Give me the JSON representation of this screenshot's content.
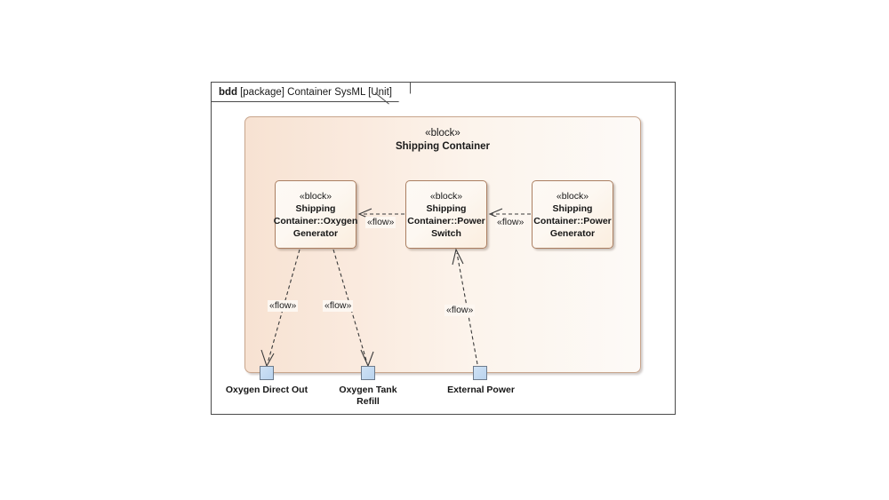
{
  "frame": {
    "keyword": "bdd",
    "descriptor": "[package] Container SysML [Unit]"
  },
  "container": {
    "stereotype": "«block»",
    "name": "Shipping Container"
  },
  "blocks": [
    {
      "id": "oxygen-generator",
      "stereotype": "«block»",
      "name": "Shipping\nContainer::Oxygen\nGenerator"
    },
    {
      "id": "power-switch",
      "stereotype": "«block»",
      "name": "Shipping\nContainer::Power\nSwitch"
    },
    {
      "id": "power-generator",
      "stereotype": "«block»",
      "name": "Shipping\nContainer::Power\nGenerator"
    }
  ],
  "flows": [
    {
      "id": "switch-to-oxygen",
      "label": "«flow»",
      "from": "power-switch",
      "to": "oxygen-generator"
    },
    {
      "id": "generator-to-switch",
      "label": "«flow»",
      "from": "power-generator",
      "to": "power-switch"
    },
    {
      "id": "oxygen-to-direct-out",
      "label": "«flow»",
      "from": "oxygen-generator",
      "to": "oxygen-direct-out"
    },
    {
      "id": "oxygen-to-tank-refill",
      "label": "«flow»",
      "from": "oxygen-generator",
      "to": "oxygen-tank-refill"
    },
    {
      "id": "external-power-to-switch",
      "label": "«flow»",
      "from": "external-power",
      "to": "power-switch"
    }
  ],
  "ports": [
    {
      "id": "oxygen-direct-out",
      "label": "Oxygen Direct Out"
    },
    {
      "id": "oxygen-tank-refill",
      "label": "Oxygen Tank\nRefill"
    },
    {
      "id": "external-power",
      "label": "External Power"
    }
  ],
  "colors": {
    "frame_border": "#4a4a4a",
    "container_border": "#c8a58c",
    "container_fill_left": "#f7e2d2",
    "container_fill_right": "#fdfaf7",
    "block_border": "#ab7f62",
    "block_fill": "#fdf9f4",
    "port_fill": "#c3dcf1",
    "port_border": "#6d7b8c",
    "edge_color": "#3a3a3a",
    "text": "#161616"
  }
}
